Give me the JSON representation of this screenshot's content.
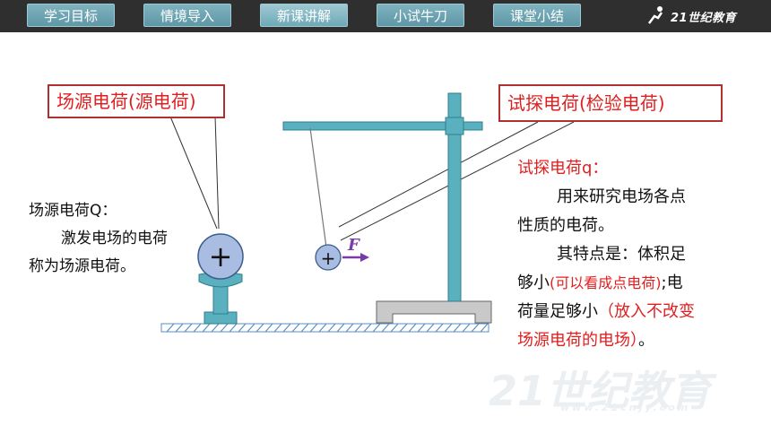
{
  "nav": {
    "tabs": [
      {
        "label": "学习目标",
        "active": false
      },
      {
        "label": "情境导入",
        "active": false
      },
      {
        "label": "新课讲解",
        "active": true
      },
      {
        "label": "小试牛刀",
        "active": false
      },
      {
        "label": "课堂小结",
        "active": false
      }
    ],
    "logo_text": "21世纪教育"
  },
  "callouts": {
    "source": "场源电荷(源电荷)",
    "test": "试探电荷(检验电荷)"
  },
  "source_desc": {
    "title": "场源电荷Q：",
    "line1": "激发电场的电荷",
    "line2": "称为场源电荷。"
  },
  "test_desc": {
    "title": "试探电荷q：",
    "line1": "用来研究电场各点",
    "line2": "性质的电荷。",
    "line3": "其特点是：体积足",
    "line4_a": "够小",
    "line4_b": "(可以看成点电荷)",
    "line4_c": ";电",
    "line5_a": "荷量足够小",
    "line5_b": "（放入不改变",
    "line6_a": "场源电荷的电场）",
    "line6_b": "。"
  },
  "diagram": {
    "big_charge_symbol": "+",
    "small_charge_symbol": "+",
    "force_label": "F"
  },
  "watermark": {
    "main": "21世纪教育",
    "sub": "www.21cnjy.com"
  },
  "colors": {
    "accent_red": "#e02020",
    "stand_teal": "#5ab0bf",
    "ball_blue": "#a9bde2",
    "force_purple": "#7a3aa8"
  }
}
